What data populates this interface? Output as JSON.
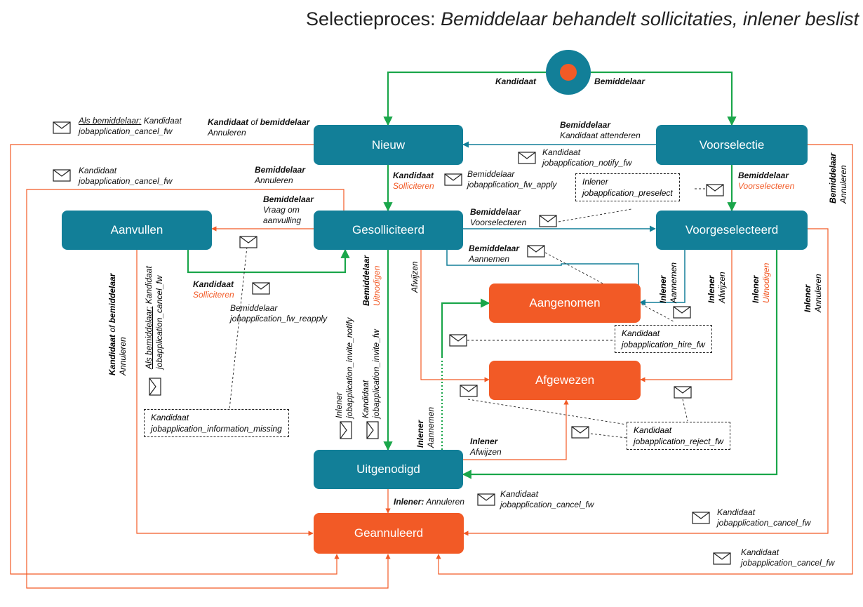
{
  "title": {
    "prefix": "Selectieproces: ",
    "emphasis": "Bemiddelaar behandelt sollicitaties, inlener beslist"
  },
  "colors": {
    "teal": "#127f98",
    "orange": "#f25a26",
    "green": "#1aa64a"
  },
  "nodes": {
    "nieuw": "Nieuw",
    "voorselectie": "Voorselectie",
    "gesolliciteerd": "Gesolliciteerd",
    "aanvullen": "Aanvullen",
    "voorgeselecteerd": "Voorgeselecteerd",
    "aangenomen": "Aangenomen",
    "afgewezen": "Afgewezen",
    "uitgenodigd": "Uitgenodigd",
    "geannuleerd": "Geannuleerd"
  },
  "roles": {
    "kandidaat": "Kandidaat",
    "bemiddelaar": "Bemiddelaar",
    "inlener": "Inlener",
    "kandidaat_of": "Kandidaat",
    "of": " of ",
    "bemiddelaar_lc": "bemiddelaar",
    "als_bemiddelaar": "Als bemiddelaar:",
    "inlener_colon": "Inlener:"
  },
  "actions": {
    "annuleren": "Annuleren",
    "kandidaat_attenderen": "Kandidaat attenderen",
    "solliciteren": "Solliciteren",
    "voorselecteren": "Voorselecteren",
    "vraag_om": "Vraag om",
    "aanvulling": "aanvulling",
    "aannemen": "Aannemen",
    "afwijzen": "Afwijzen",
    "uitnodigen": "Uitnodigen"
  },
  "messages": {
    "cancel": "jobapplication_cancel_fw",
    "notify": "jobapplication_notify_fw",
    "apply": "jobapplication_fw_apply",
    "preselect": "jobapplication_preselect",
    "reapply": "jobapplication_fw_reapply",
    "invite_notify": "jobapplication_invite_notify",
    "invite": "jobapplication_invite_fw",
    "hire": "jobapplication_hire_fw",
    "reject": "jobapplication_reject_fw",
    "information_missing": "jobapplication_information_missing"
  }
}
